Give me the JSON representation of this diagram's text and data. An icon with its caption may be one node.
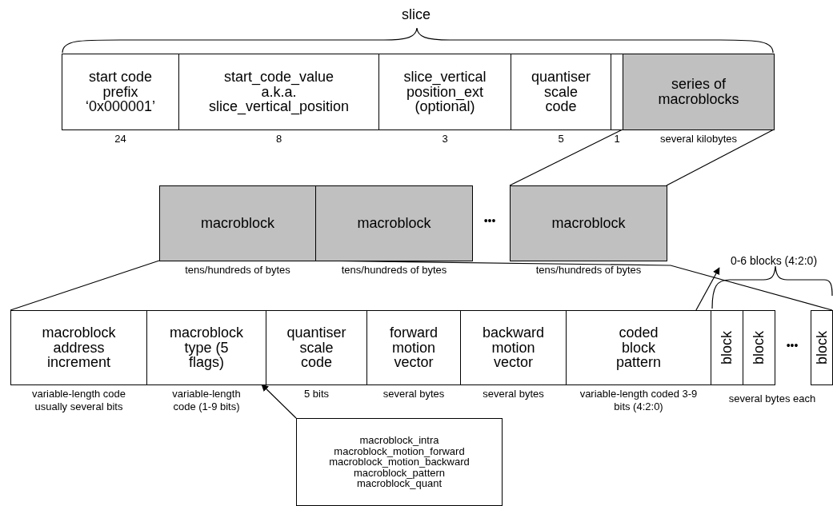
{
  "diagram": {
    "nodes": [
      {
        "text": [
          "start code prefix ‘0x000001’"
        ],
        "beside": [
          "24"
        ]
      },
      {
        "text": [
          "start_code_value a.k.a. slice_vertical_position"
        ],
        "beside": [
          "8"
        ]
      },
      {
        "text": [
          "slice_vertical position_ext (optional)"
        ],
        "beside": [
          "3"
        ]
      },
      {
        "text": [
          "quantiser scale code"
        ],
        "beside": [
          "5"
        ]
      },
      {
        "text": [],
        "shape": "box",
        "beside": [
          "1"
        ]
      },
      {
        "text": [
          "series of macroblocks"
        ],
        "beside": [
          "several kilobytes"
        ]
      },
      {
        "text": [
          "macroblock"
        ],
        "beside": [
          "tens/hundreds of bytes"
        ]
      },
      {
        "text": [
          "macroblock"
        ],
        "beside": [
          "tens/hundreds of bytes"
        ]
      },
      {
        "text": [
          "macroblock"
        ],
        "beside": [
          "tens/hundreds of bytes"
        ]
      },
      {
        "text": [
          "macroblock address increment"
        ],
        "beside": [
          "variable-length code usually several bits"
        ]
      },
      {
        "text": [
          "macroblock type (5 flags)"
        ],
        "beside": [
          "variable-length code (1-9 bits)"
        ]
      },
      {
        "text": [
          "quantiser scale code"
        ],
        "beside": [
          "5 bits"
        ]
      },
      {
        "text": [
          "forward motion vector"
        ],
        "beside": [
          "several bytes"
        ]
      },
      {
        "text": [
          "backward motion vector"
        ],
        "beside": [
          "several bytes"
        ]
      },
      {
        "text": [
          "coded block pattern"
        ],
        "beside": [
          "variable-length coded 3-9 bits (4:2:0)"
        ]
      },
      {
        "text": [
          "block"
        ]
      },
      {
        "text": [
          "block"
        ]
      },
      {
        "text": [
          "block"
        ]
      },
      {
        "text": [
          "macroblock_intra",
          "macroblock_motion_forward",
          "macroblock_motion_backward",
          "macroblock_pattern",
          "macroblock_quant"
        ]
      },
      {
        "text": [
          "0-6 blocks (4:2:0)"
        ]
      }
    ],
    "edges": [
      {
        "from": 5,
        "to": 8,
        "arrow": "none"
      },
      {
        "from": 5,
        "to": 8,
        "arrow": "none"
      },
      {
        "from": 6,
        "to": 9,
        "arrow": "none"
      },
      {
        "from": 6,
        "to": 17,
        "arrow": "none"
      },
      {
        "from": 14,
        "to": 19,
        "arrow": "to"
      },
      {
        "from": 18,
        "to": 10,
        "arrow": "to"
      }
    ],
    "labels": [
      "slice",
      "•••",
      "•••",
      "several bytes each"
    ]
  }
}
